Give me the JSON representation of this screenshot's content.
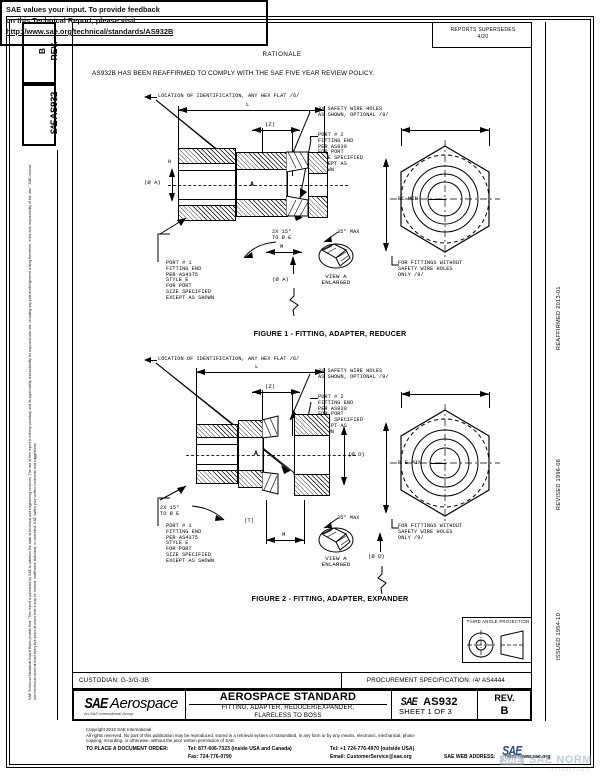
{
  "document": {
    "rev_label": "REV.",
    "rev_value": "B",
    "doc_sidebar_mark": "SAE",
    "doc_sidebar_number": "AS932",
    "header_note_line1": "REPORTS SUPERSEDES",
    "header_note_line2": "4/20",
    "disclaimer": "SAE Technical Standards Board Rules provide that: \"This report is published by SAE to advance the state of technical and engineering sciences. The use of this report is entirely voluntary, and its applicability and suitability for any particular use, including any patent infringement arising therefrom, is the sole responsibility of the user.\"  SAE reviews each technical report at least every five years at which time it may be revised, reaffirmed, stabilized, or cancelled. SAE invites your written comments and suggestions.",
    "date_issued": "ISSUED 1954-10",
    "date_revised": "REVISED 1996-06",
    "date_reaffirmed": "REAFFIRMED 2013-01"
  },
  "rationale": {
    "heading": "RATIONALE",
    "text": "AS932B HAS BEEN REAFFIRMED TO COMPLY WITH THE SAE FIVE YEAR REVIEW POLICY."
  },
  "figure1": {
    "caption": "FIGURE 1 - FITTING, ADAPTER, REDUCER",
    "note_id_location": "LOCATION OF IDENTIFICATION, ANY HEX FLAT /6/",
    "note_safety_wire": "3X SAFETY WIRE HOLES\nAS SHOWN, OPTIONAL /9/",
    "note_port2": "PORT # 2\nFITTING END\nPER AS930\nFOR PORT\nSIZE SPECIFIED\nEXCEPT AS\nSHOWN",
    "note_port1": "PORT # 1\nFITTING END\nPER AS4375\nSTYLE E\nFOR PORT\nSIZE SPECIFIED\nEXCEPT AS SHOWN",
    "note_no_wire": "FOR FITTINGS WITHOUT\nSAFETY WIRE HOLES\nONLY /9/",
    "dim_L": "L",
    "dim_Z": "(Z)",
    "dim_A": "(Ø A)",
    "dim_C": "ØC MIN",
    "dim_M": "M",
    "dim_H": "H",
    "angle_15": "2X 15°\nTO Ø E",
    "angle_35": "35° MAX",
    "view_label": "VIEW A\nENLARGED",
    "letter_A": "A"
  },
  "figure2": {
    "caption": "FIGURE 2 - FITTING, ADAPTER, EXPANDER",
    "note_id_location": "LOCATION OF IDENTIFICATION, ANY HEX FLAT /6/",
    "note_safety_wire": "3X SAFETY WIRE HOLES\nAS SHOWN, OPTIONAL /9/",
    "note_port2": "PORT # 2\nFITTING END\nPER AS930\nFOR PORT\nSIZE SPECIFIED\nEXCEPT AS\nSHOWN",
    "note_port1": "PORT # 1\nFITTING END\nPER AS4375\nSTYLE E\nFOR PORT\nSIZE SPECIFIED\nEXCEPT AS SHOWN",
    "note_no_wire": "FOR FITTINGS WITHOUT\nSAFETY WIRE HOLES\nONLY /9/",
    "dim_L": "L",
    "dim_Z": "(Z)",
    "dim_D": "(Ø D)",
    "dim_E": "Ø E MIN",
    "dim_M": "M",
    "dim_T": "(T)",
    "angle_15": "2X 15°\nTO Ø E",
    "angle_35": "35° MAX",
    "view_label": "VIEW A\nENLARGED",
    "letter_A": "A"
  },
  "feedback": {
    "line1": "SAE values your input. To provide feedback",
    "line2": "on this Technical Report, please visit",
    "link": "http://www.sae.org/technical/standards/AS932B"
  },
  "projection": {
    "title": "THIRD ANGLE PROJECTION"
  },
  "title_block": {
    "custodian": "CUSTODIAN: G-3/G-3B",
    "procurement": "PROCUREMENT SPECIFICATION: /4/ AS4444",
    "logo_mark": "SAE",
    "logo_word": "Aerospace",
    "logo_sub": "An SAE International Group",
    "standard_type": "AEROSPACE STANDARD",
    "title_line1": "FITTING, ADAPTER, REDUCER/EXPANDER,",
    "title_line2": "FLARELESS TO BOSS",
    "doc_mark": "SAE",
    "doc_number": "AS932",
    "sheet": "SHEET 1 OF 3",
    "rev_label": "REV.",
    "rev_value": "B"
  },
  "footer": {
    "copyright": "Copyright 2013 SAE International",
    "rights1": "All rights reserved.  No part of this publication may be reproduced, stored in a retrieval system or transmitted, in any form or by any means, electronic, mechanical, photo-",
    "rights2": "copying, recording, or otherwise, without the prior written permission of SAE.",
    "order_label": "TO PLACE A DOCUMENT ORDER:",
    "order_tel": "Tel:  877-606-7323 (inside USA and Canada)",
    "order_tel2": "Tel:  +1 724-776-4970 (outside USA)",
    "order_fax": "Fax:  724-776-0790",
    "order_email": "Email:  CustomerService@sae.org",
    "web_label": "SAE WEB ADDRESS:",
    "web_url": "http://www.sae.org"
  },
  "watermark": {
    "mark": "SAE",
    "word": "SAE NORM",
    "sub": "INTERNATIONAL"
  },
  "colors": {
    "ink": "#000000",
    "link": "#1414c8",
    "watermark": "#8fa4bf"
  }
}
